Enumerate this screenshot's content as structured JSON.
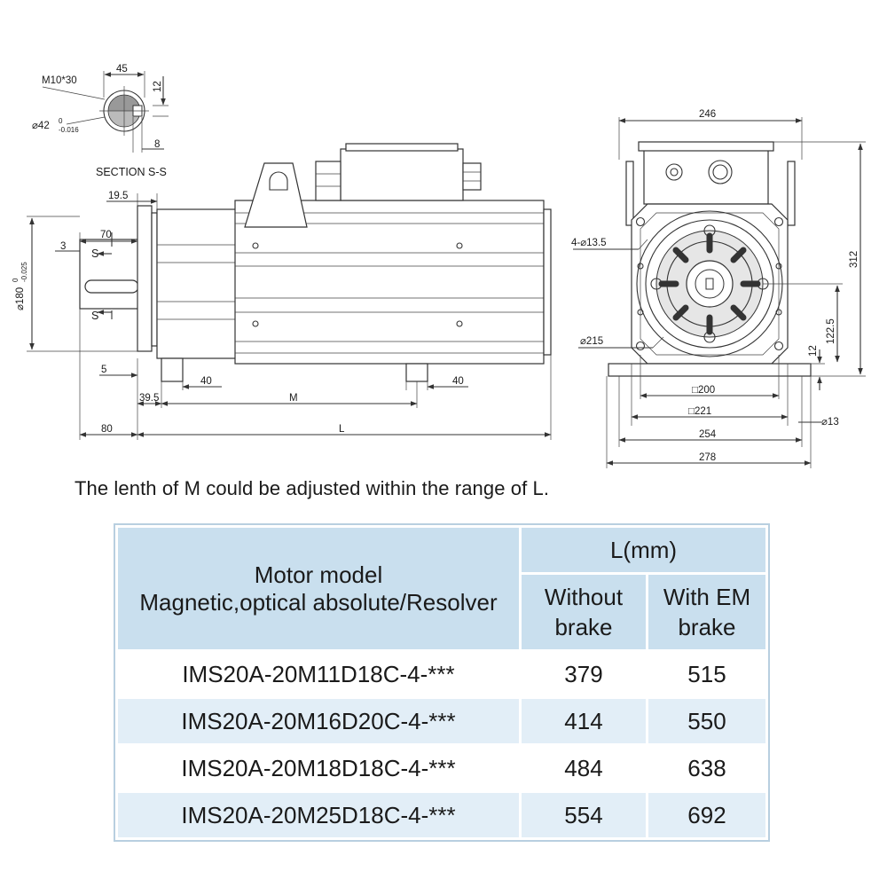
{
  "drawing": {
    "section": {
      "thread": "M10*30",
      "width": "45",
      "key_depth": "12",
      "diameter": "⌀42",
      "tol_upper": "0",
      "tol_lower": "-0.016",
      "key_width": "8",
      "title": "SECTION S-S"
    },
    "side": {
      "d_19_5": "19.5",
      "d_70": "70",
      "d_3": "3",
      "s_top": "S",
      "s_bottom": "S",
      "diameter": "⌀180",
      "tol_upper": "0",
      "tol_lower": "-0.025",
      "d_5": "5",
      "d_40a": "40",
      "d_39_5": "39.5",
      "d_M": "M",
      "d_40b": "40",
      "d_80": "80",
      "d_L": "L"
    },
    "front": {
      "d_246": "246",
      "d_312": "312",
      "holes": "4-⌀13.5",
      "d_122_5": "122.5",
      "d_215": "⌀215",
      "d_12": "12",
      "d_200": "□200",
      "d_221": "□221",
      "d_13": "⌀13",
      "d_254": "254",
      "d_278": "278"
    }
  },
  "note": "The lenth of M could be adjusted within the range of L.",
  "table": {
    "header": {
      "model_line1": "Motor model",
      "model_line2": "Magnetic,optical absolute/Resolver",
      "l_group": "L(mm)",
      "without_line1": "Without",
      "without_line2": "brake",
      "with_line1": "With EM",
      "with_line2": "brake"
    },
    "rows": [
      {
        "model": "IMS20A-20M11D18C-4-***",
        "without": "379",
        "with": "515"
      },
      {
        "model": "IMS20A-20M16D20C-4-***",
        "without": "414",
        "with": "550"
      },
      {
        "model": "IMS20A-20M18D18C-4-***",
        "without": "484",
        "with": "638"
      },
      {
        "model": "IMS20A-20M25D18C-4-***",
        "without": "554",
        "with": "692"
      }
    ]
  }
}
